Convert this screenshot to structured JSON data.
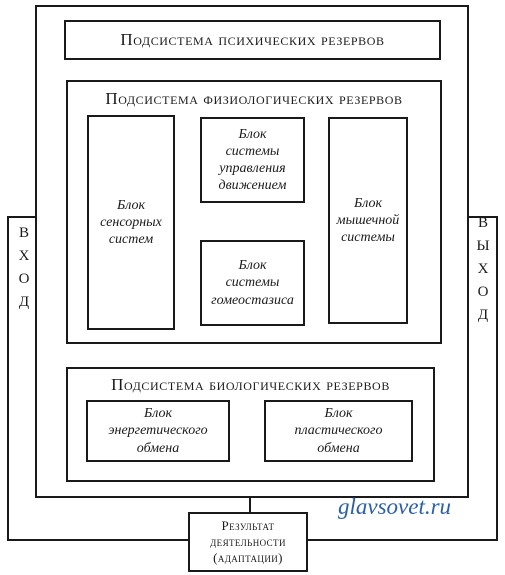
{
  "diagram": {
    "psychic_subsystem": "Подсистема психических резервов",
    "physiological_subsystem": "Подсистема физиологических резервов",
    "biological_subsystem": "Подсистема биологических резервов",
    "sensory_block": "Блок\nсенсорных\nсистем",
    "movement_block": "Блок\nсистемы\nуправления\nдвижением",
    "homeostasis_block": "Блок\nсистемы\nгомеостазиса",
    "muscle_block": "Блок\nмышечной\nсистемы",
    "energy_block": "Блок\nэнергетического\nобмена",
    "plastic_block": "Блок\nпластического\nобмена",
    "input_label": "В\nХ\nО\nД",
    "output_label": "В\nЫ\nХ\nО\nД",
    "result_box": "Результат\nдеятельности\n(адаптации)"
  },
  "watermark": "glavsovet.ru",
  "colors": {
    "ink": "#1a1a1a",
    "watermark": "#2b5fa8"
  }
}
